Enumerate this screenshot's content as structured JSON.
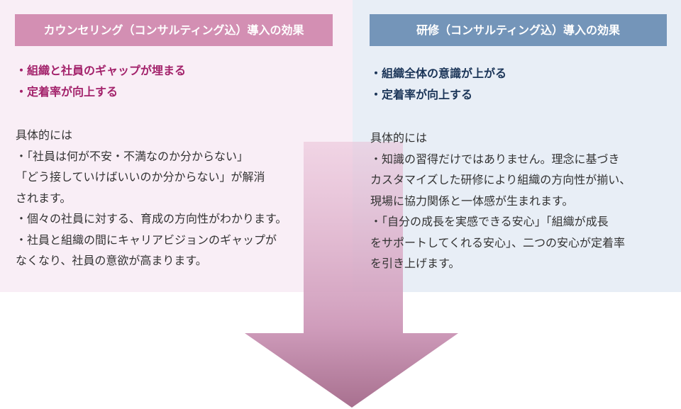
{
  "left": {
    "header": "カウンセリング（コンサルティング込）導入の効果",
    "points": [
      "・組織と社員のギャップが埋まる",
      "・定着率が向上する"
    ],
    "details": [
      "具体的には",
      "・「社員は何が不安・不満なのか分からない」",
      "「どう接していけばいいのか分からない」が解消",
      "されます。",
      "・個々の社員に対する、育成の方向性がわかります。",
      "・社員と組織の間にキャリアビジョンのギャップが",
      "なくなり、社員の意欲が高まります。"
    ]
  },
  "right": {
    "header": "研修（コンサルティング込）導入の効果",
    "points": [
      "・組織全体の意識が上がる",
      "・定着率が向上する"
    ],
    "details": [
      "具体的には",
      "・知識の習得だけではありません。理念に基づき",
      "カスタマイズした研修により組織の方向性が揃い、",
      "現場に協力関係と一体感が生まれます。",
      "・「自分の成長を実感できる安心」「組織が成長",
      "をサポートしてくれる安心」、二つの安心が定着率",
      "を引き上げます。"
    ]
  },
  "colors": {
    "left_bg": "#f9eef6",
    "right_bg": "#e8eef6",
    "left_header": "#d38fb3",
    "right_header": "#7495b9",
    "left_point_text": "#a3226b",
    "right_point_text": "#1b3558",
    "arrow": "#c48aaa"
  }
}
